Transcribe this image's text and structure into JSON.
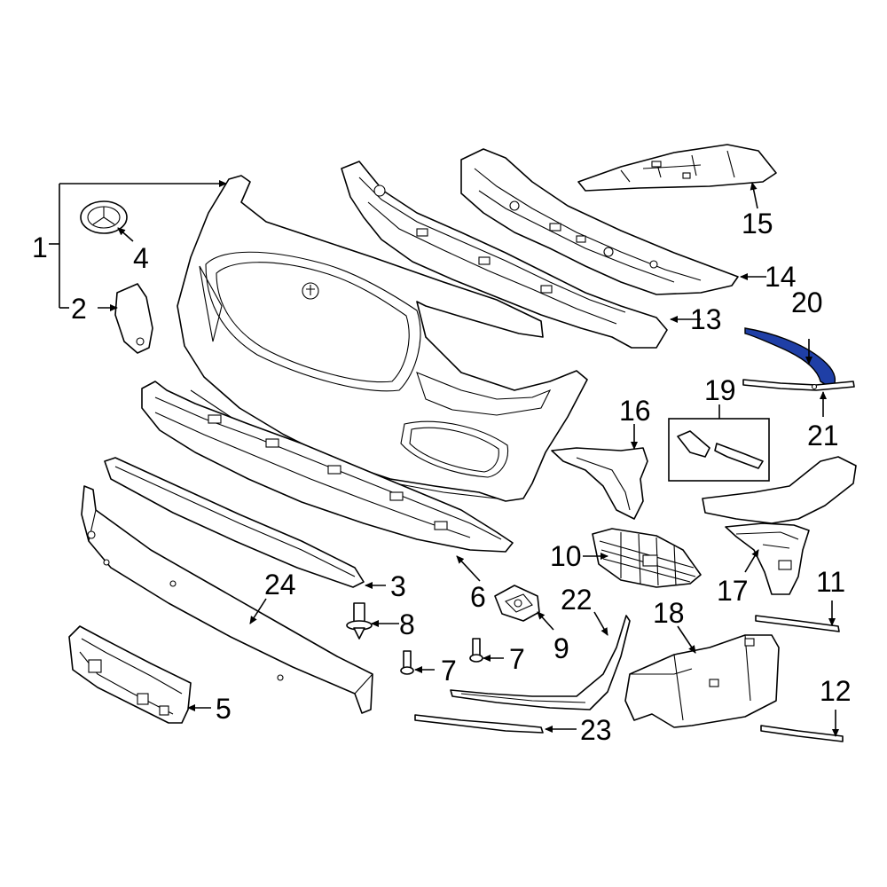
{
  "diagram": {
    "highlight_color": "#1f3fa6",
    "line_color": "#000000",
    "highlighted_part": "20",
    "callouts": [
      {
        "id": "c1",
        "label": "1"
      },
      {
        "id": "c2",
        "label": "2"
      },
      {
        "id": "c3",
        "label": "3"
      },
      {
        "id": "c4",
        "label": "4"
      },
      {
        "id": "c5",
        "label": "5"
      },
      {
        "id": "c6",
        "label": "6"
      },
      {
        "id": "c7a",
        "label": "7"
      },
      {
        "id": "c7b",
        "label": "7"
      },
      {
        "id": "c8",
        "label": "8"
      },
      {
        "id": "c9",
        "label": "9"
      },
      {
        "id": "c10",
        "label": "10"
      },
      {
        "id": "c11",
        "label": "11"
      },
      {
        "id": "c12",
        "label": "12"
      },
      {
        "id": "c13",
        "label": "13"
      },
      {
        "id": "c14",
        "label": "14"
      },
      {
        "id": "c15",
        "label": "15"
      },
      {
        "id": "c16",
        "label": "16"
      },
      {
        "id": "c17",
        "label": "17"
      },
      {
        "id": "c18",
        "label": "18"
      },
      {
        "id": "c19",
        "label": "19"
      },
      {
        "id": "c20",
        "label": "20"
      },
      {
        "id": "c21",
        "label": "21"
      },
      {
        "id": "c22",
        "label": "22"
      },
      {
        "id": "c23",
        "label": "23"
      },
      {
        "id": "c24",
        "label": "24"
      }
    ]
  }
}
